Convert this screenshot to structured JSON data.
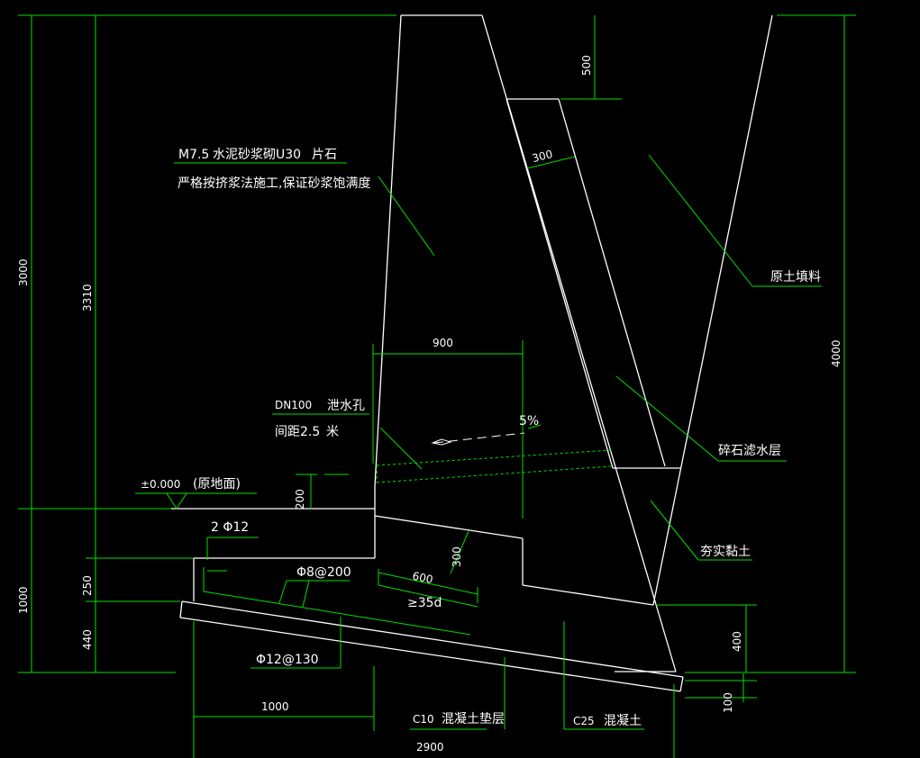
{
  "labels": {
    "mortar_1": "M7.5",
    "mortar_2": "水泥砂浆砌U30",
    "mortar_3": "片石",
    "mortar_4": "严格按挤浆法施工,保证砂浆饱满度",
    "backfill": "原土填料",
    "filter": "碎石滤水层",
    "clay": "夯实黏土",
    "drain_1": "DN100",
    "drain_2": "泄水孔",
    "drain_3": "间距2.5",
    "drain_4": "米",
    "ground_level": "±0.000",
    "ground_name": "(原地面)",
    "slope": "5%",
    "rebar_top": "2  Φ12",
    "rebar_dist": "Φ8@200",
    "rebar_bottom": "Φ12@130",
    "lap": "≥35d",
    "cushion_1": "C10",
    "cushion_2": "混凝土垫层",
    "concrete_1": "C25",
    "concrete_2": "混凝土"
  },
  "dimensions": {
    "d3000": "3000",
    "d3310": "3310",
    "d1000": "1000",
    "d250": "250",
    "d440": "440",
    "d200": "200",
    "d900": "900",
    "d500": "500",
    "d300_filter": "300",
    "d300_heel": "300",
    "d600": "600",
    "d4000": "4000",
    "d400": "400",
    "d100": "100",
    "d1000_bottom": "1000",
    "d2900": "2900"
  }
}
